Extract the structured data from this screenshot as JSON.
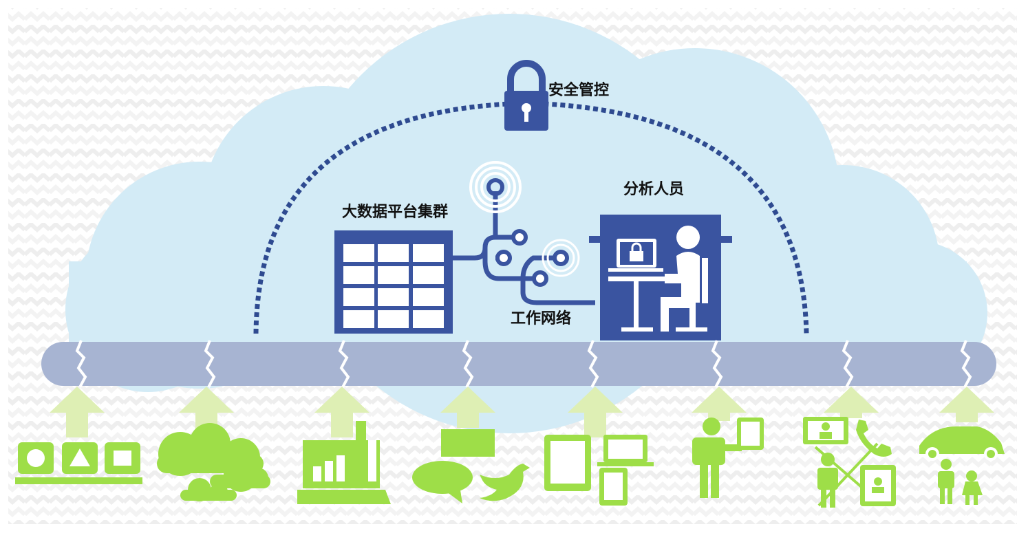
{
  "labels": {
    "security": "安全管控",
    "platform": "大数据平台集群",
    "analyst": "分析人员",
    "network": "工作网络"
  },
  "colors": {
    "cloud": "#d3ebf6",
    "navy": "#3a54a0",
    "bus": "#a7b4d2",
    "green": "#9ede48",
    "arrow": "#deefb4",
    "pattern": "#f0f0f0"
  },
  "sources": [
    {
      "icon": "shapes-panel-icon"
    },
    {
      "icon": "clouds-icon"
    },
    {
      "icon": "analytics-laptop-icon"
    },
    {
      "icon": "social-chat-icon"
    },
    {
      "icon": "devices-icon"
    },
    {
      "icon": "person-tablet-icon"
    },
    {
      "icon": "communication-icon"
    },
    {
      "icon": "car-family-icon"
    }
  ]
}
